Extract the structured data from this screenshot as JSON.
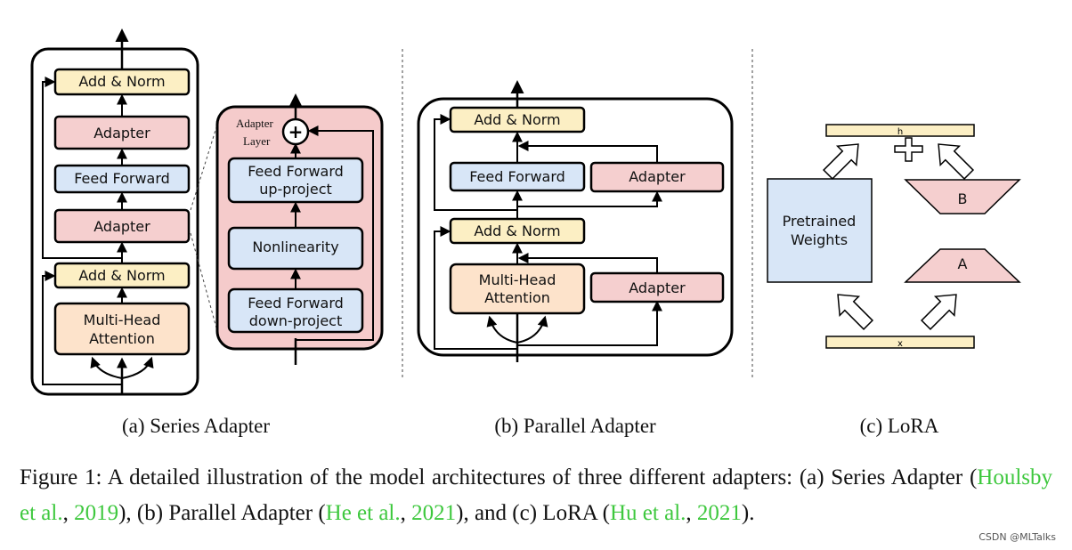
{
  "diagram_a": {
    "sublabel": "(a) Series Adapter",
    "blocks": {
      "add_norm_top": "Add & Norm",
      "adapter_top": "Adapter",
      "feed_forward": "Feed Forward",
      "adapter_bottom": "Adapter",
      "add_norm_bottom": "Add & Norm",
      "mha_line1": "Multi-Head",
      "mha_line2": "Attention"
    },
    "adapter_layer": {
      "title_line1": "Adapter",
      "title_line2": "Layer",
      "up_line1": "Feed Forward",
      "up_line2": "up-project",
      "nonlinearity": "Nonlinearity",
      "down_line1": "Feed Forward",
      "down_line2": "down-project",
      "plus": "+"
    }
  },
  "diagram_b": {
    "sublabel": "(b) Parallel Adapter",
    "blocks": {
      "add_norm_top": "Add & Norm",
      "feed_forward": "Feed Forward",
      "adapter_ff": "Adapter",
      "add_norm_bottom": "Add & Norm",
      "mha_line1": "Multi-Head",
      "mha_line2": "Attention",
      "adapter_mha": "Adapter"
    }
  },
  "diagram_c": {
    "sublabel": "(c) LoRA",
    "h_label": "h",
    "x_label": "x",
    "pretrained_line1": "Pretrained",
    "pretrained_line2": "Weights",
    "b_label": "B",
    "a_label": "A"
  },
  "caption": {
    "text1": "Figure 1:  A detailed illustration of the model architectures of three different adapters:  (a) Series Adapter (",
    "cite1_author": "Houlsby et al.",
    "sep1": ", ",
    "cite1_year": "2019",
    "text2": "), (b) Parallel Adapter (",
    "cite2_author": "He et al.",
    "sep2": ", ",
    "cite2_year": "2021",
    "text3": "), and (c) LoRA (",
    "cite3_author": "Hu et al.",
    "sep3": ", ",
    "cite3_year": "2021",
    "text4": ")."
  },
  "watermark": "CSDN @MLTalks",
  "colors": {
    "yellow": "#fcefc4",
    "pink": "#f5cfcf",
    "blue": "#d8e6f7",
    "peach": "#fde3cb",
    "adapter_layer_bg": "#f5cbcb",
    "citation": "#3ec83e"
  }
}
